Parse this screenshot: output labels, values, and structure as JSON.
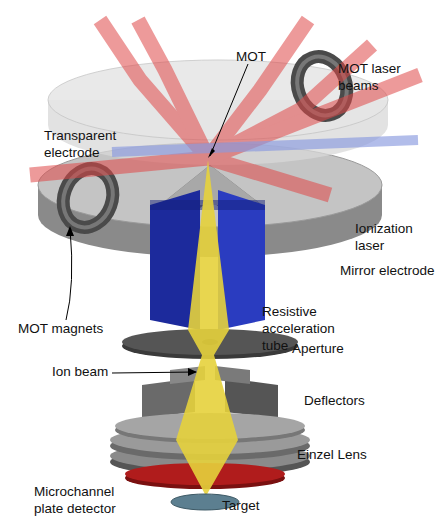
{
  "diagram": {
    "labels": [
      "MOT",
      "MOT laser beams",
      "Transparent electrode",
      "Ionization laser",
      "Mirror electrode",
      "MOT magnets",
      "Resistive acceleration tube",
      "Ion beam",
      "Aperture",
      "Deflectors",
      "Einzel Lens",
      "Microchannel plate detector",
      "Target"
    ]
  }
}
